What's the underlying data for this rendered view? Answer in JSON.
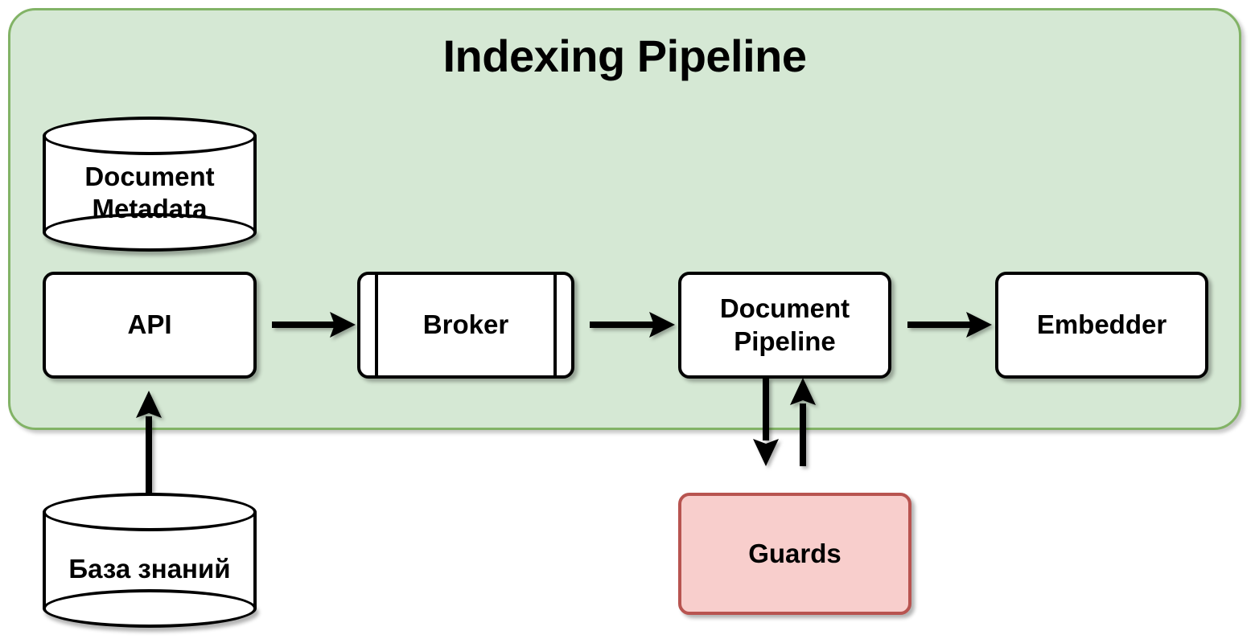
{
  "diagram": {
    "title": "Indexing Pipeline",
    "colors": {
      "group_fill": "#d5e8d4",
      "group_border": "#82b366",
      "node_fill": "#ffffff",
      "node_border": "#000000",
      "guards_fill": "#f8cecc",
      "guards_border": "#b85450",
      "arrow": "#000000",
      "text": "#000000"
    }
  },
  "group": {
    "label": "Indexing Pipeline"
  },
  "nodes": {
    "document_metadata": {
      "label": "Document\nMetadata",
      "shape": "cylinder"
    },
    "api": {
      "label": "API",
      "shape": "rounded-rect"
    },
    "broker": {
      "label": "Broker",
      "shape": "queue"
    },
    "document_pipeline": {
      "label": "Document\nPipeline",
      "shape": "rounded-rect"
    },
    "embedder": {
      "label": "Embedder",
      "shape": "rounded-rect"
    },
    "knowledge_base": {
      "label": "База знаний",
      "shape": "cylinder"
    },
    "guards": {
      "label": "Guards",
      "shape": "rounded-rect"
    }
  },
  "edges": [
    {
      "from": "api",
      "to": "broker",
      "direction": "right"
    },
    {
      "from": "broker",
      "to": "document_pipeline",
      "direction": "right"
    },
    {
      "from": "document_pipeline",
      "to": "embedder",
      "direction": "right"
    },
    {
      "from": "knowledge_base",
      "to": "api",
      "direction": "up"
    },
    {
      "from": "document_pipeline",
      "to": "guards",
      "direction": "down"
    },
    {
      "from": "guards",
      "to": "document_pipeline",
      "direction": "up"
    }
  ]
}
